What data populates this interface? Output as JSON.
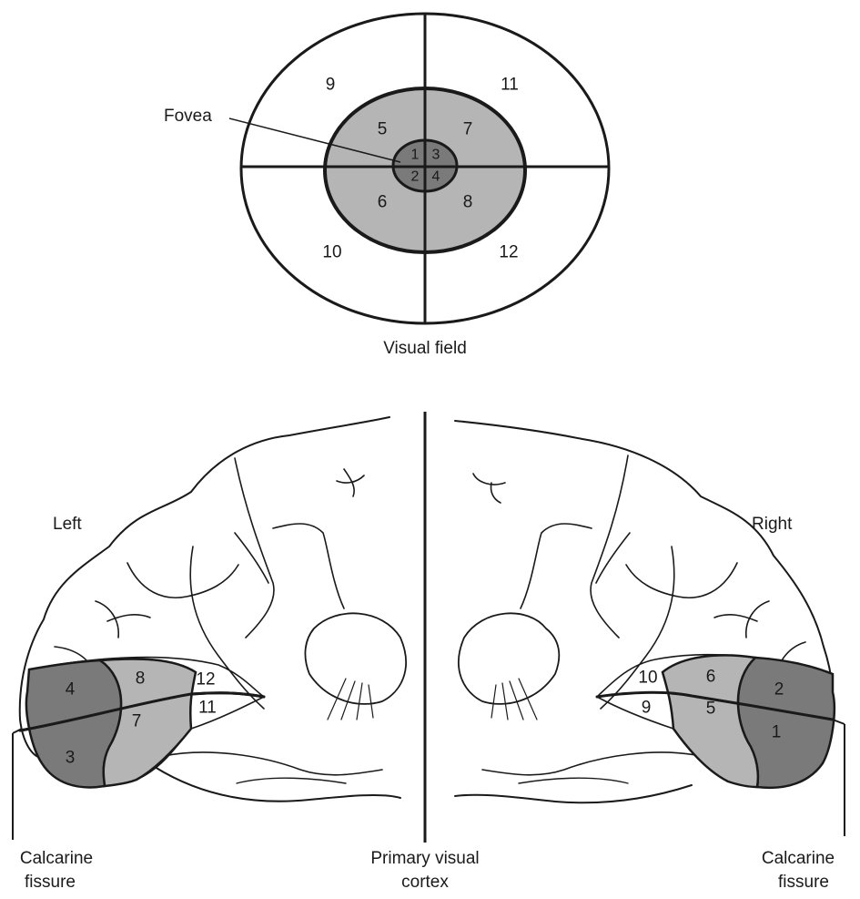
{
  "visual_field": {
    "title": "Visual field",
    "fovea_label": "Fovea",
    "outer_regions": [
      "9",
      "11",
      "10",
      "12"
    ],
    "middle_regions": [
      "5",
      "7",
      "6",
      "8"
    ],
    "foveal_regions": [
      "1",
      "3",
      "2",
      "4"
    ]
  },
  "cortex": {
    "left_label": "Left",
    "right_label": "Right",
    "center_label_line1": "Primary visual",
    "center_label_line2": "cortex",
    "calcarine_left_line1": "Calcarine",
    "calcarine_left_line2": "fissure",
    "calcarine_right_line1": "Calcarine",
    "calcarine_right_line2": "fissure",
    "left_regions": [
      "4",
      "3",
      "8",
      "7",
      "12",
      "11"
    ],
    "right_regions": [
      "2",
      "1",
      "6",
      "5",
      "10",
      "9"
    ]
  },
  "colors": {
    "ink": "#1a1a1a",
    "fovea_fill": "#7a7a7a",
    "middle_fill": "#b5b5b5",
    "outer_fill": "#ffffff"
  }
}
